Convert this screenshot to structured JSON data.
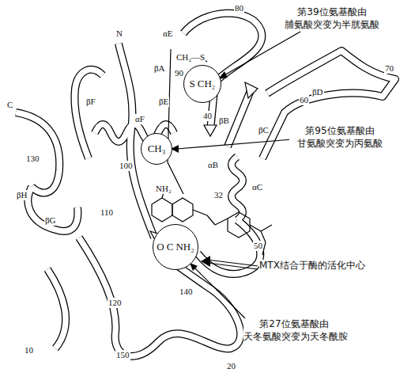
{
  "diagram": {
    "nodes": [
      {
        "text": [
          "S",
          "CH₂"
        ]
      },
      {
        "text": [
          "CH₃"
        ]
      },
      {
        "text": [
          "O",
          "C",
          "NH₂"
        ]
      }
    ],
    "labels": [
      "第39位氨基酸由 脯氨酸突变为半胱氨酸",
      "第95位氨基酸由 甘氨酸突变为丙氨酸",
      "MTX结合于酶的活化中心",
      "第27位氨基酸由 天冬氨酸突变为天冬酰胺",
      "N",
      "C",
      "80",
      "70",
      "60",
      "40",
      "50",
      "32",
      "90",
      "100",
      "110",
      "120",
      "130",
      "140",
      "150",
      "10",
      "20",
      "βA",
      "βB",
      "βC",
      "βD",
      "βE",
      "βF",
      "βG",
      "βH",
      "αB",
      "αC",
      "αE",
      "αF",
      "CH₂—S",
      "NH₂"
    ]
  }
}
